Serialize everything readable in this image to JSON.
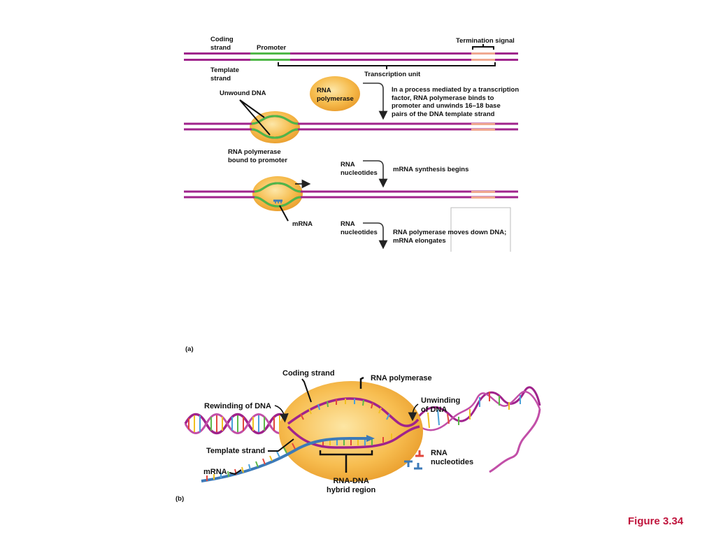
{
  "panel_a": {
    "coding_strand": "Coding\nstrand",
    "promoter": "Promoter",
    "termination_signal": "Termination signal",
    "template_strand": "Template\nstrand",
    "transcription_unit": "Transcription unit",
    "rna_polymerase": "RNA\npolymerase",
    "unwound_dna": "Unwound DNA",
    "step1_text": "In a process mediated by a transcription\nfactor, RNA polymerase binds to\npromoter and unwinds 16–18 base\npairs of the DNA template strand",
    "bound_to_promoter": "RNA polymerase\nbound to promoter",
    "rna_nucleotides_1": "RNA\nnucleotides",
    "step2_text": "mRNA synthesis begins",
    "mrna": "mRNA",
    "rna_nucleotides_2": "RNA\nnucleotides",
    "step3_text": "RNA polymerase moves down DNA;\nmRNA elongates",
    "panel_label": "(a)"
  },
  "panel_b": {
    "coding_strand": "Coding strand",
    "rna_polymerase": "RNA polymerase",
    "rewinding": "Rewinding of DNA",
    "unwinding": "Unwinding\nof DNA",
    "template_strand": "Template strand",
    "rna_nucleotides": "RNA\nnucleotides",
    "mrna": "mRNA",
    "hybrid": "RNA-DNA\nhybrid region",
    "panel_label": "(b)"
  },
  "figure_label": "Figure 3.34",
  "colors": {
    "dna_strand": "#a0238c",
    "dna_strand_light": "#c24fa8",
    "promoter": "#4fb848",
    "termination": "#f0a890",
    "polymerase": "#f6b43c",
    "polymerase_light": "#fde2a0",
    "mrna": "#3c7ab8"
  },
  "icons": [
    "arrow-down-icon",
    "arrow-right-icon",
    "bracket-icon"
  ]
}
